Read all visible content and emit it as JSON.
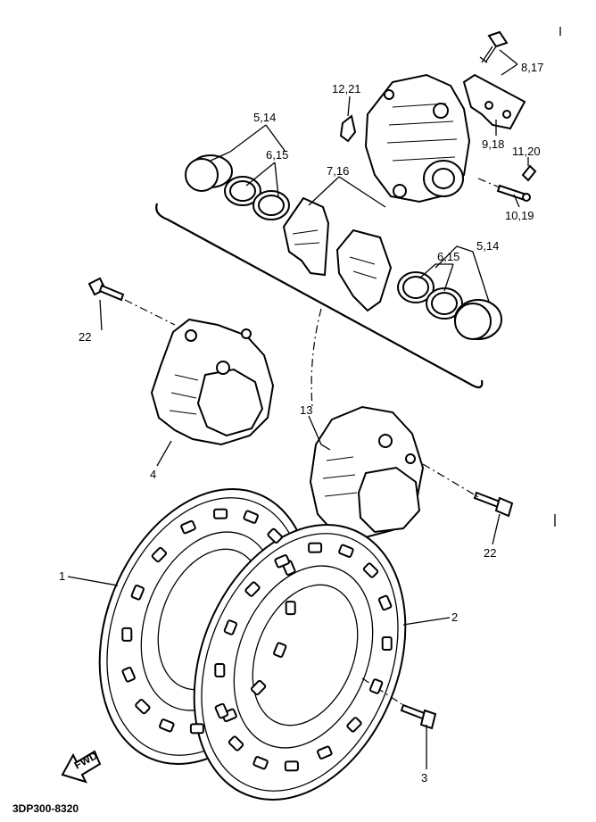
{
  "callouts": {
    "c1": "1",
    "c2": "2",
    "c3": "3",
    "c4": "4",
    "c5_14_a": "5,14",
    "c5_14_b": "5,14",
    "c6_15_a": "6,15",
    "c6_15_b": "6,15",
    "c7_16": "7,16",
    "c8_17": "8,17",
    "c9_18": "9,18",
    "c10_19": "10,19",
    "c11_20": "11,20",
    "c12_21": "12,21",
    "c13": "13",
    "c22_a": "22",
    "c22_b": "22"
  },
  "fwd_label": "FWD",
  "drawing_code": "3DP300-8320"
}
